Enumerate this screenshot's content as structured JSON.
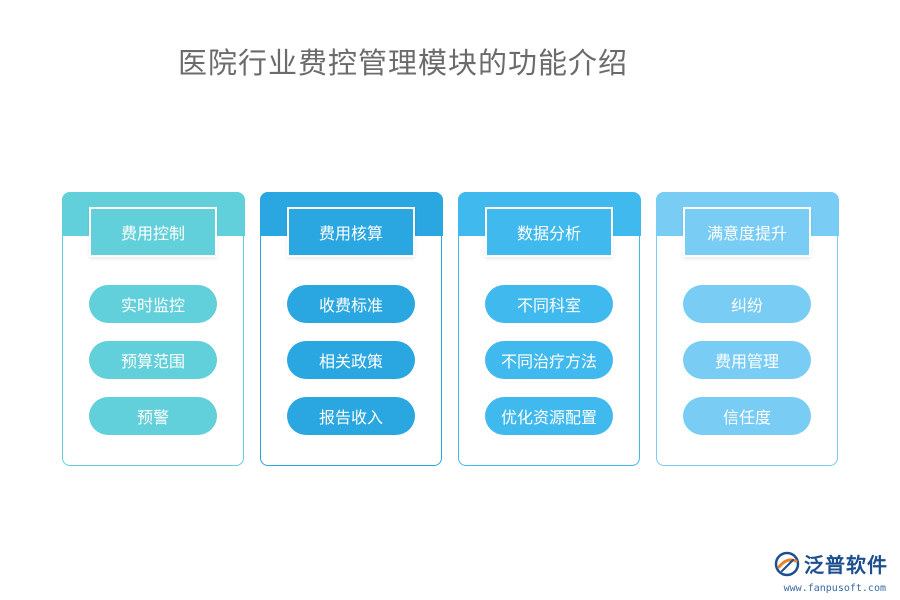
{
  "title": "医院行业费控管理模块的功能介绍",
  "colors": {
    "card1": "#62d0da",
    "card2": "#2aa6e0",
    "card3": "#40baee",
    "card4": "#79ccf4",
    "title": "#6b6b6b"
  },
  "cards": [
    {
      "header": "费用控制",
      "items": [
        "实时监控",
        "预算范围",
        "预警"
      ]
    },
    {
      "header": "费用核算",
      "items": [
        "收费标准",
        "相关政策",
        "报告收入"
      ]
    },
    {
      "header": "数据分析",
      "items": [
        "不同科室",
        "不同治疗方法",
        "优化资源配置"
      ]
    },
    {
      "header": "满意度提升",
      "items": [
        "纠纷",
        "费用管理",
        "信任度"
      ]
    }
  ],
  "brand": {
    "name": "泛普软件",
    "url": "www.fanpusoft.com",
    "icon": "fanpu-logo-icon"
  }
}
